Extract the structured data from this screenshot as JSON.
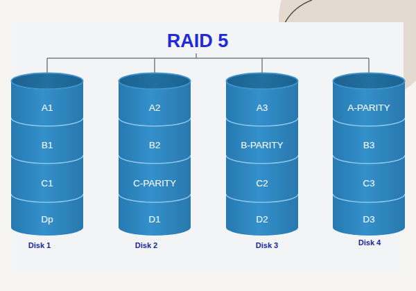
{
  "diagram": {
    "title": "RAID 5",
    "nodes": [
      {
        "text": [
          "Disk 1"
        ]
      },
      {
        "text": [
          "A1"
        ],
        "in": 0
      },
      {
        "text": [
          "B1"
        ],
        "in": 0
      },
      {
        "text": [
          "C1"
        ],
        "in": 0
      },
      {
        "text": [
          "Dp"
        ],
        "in": 0
      },
      {
        "text": [
          "Disk 2"
        ]
      },
      {
        "text": [
          "A2"
        ],
        "in": 5
      },
      {
        "text": [
          "B2"
        ],
        "in": 5
      },
      {
        "text": [
          "C-PARITY"
        ],
        "in": 5
      },
      {
        "text": [
          "D1"
        ],
        "in": 5
      },
      {
        "text": [
          "Disk 3"
        ]
      },
      {
        "text": [
          "A3"
        ],
        "in": 10
      },
      {
        "text": [
          "B-PARITY"
        ],
        "in": 10
      },
      {
        "text": [
          "C2"
        ],
        "in": 10
      },
      {
        "text": [
          "D2"
        ],
        "in": 10
      },
      {
        "text": [
          "Disk 4"
        ]
      },
      {
        "text": [
          "A-PARITY"
        ],
        "in": 15
      },
      {
        "text": [
          "B3"
        ],
        "in": 15
      },
      {
        "text": [
          "C3"
        ],
        "in": 15
      },
      {
        "text": [
          "D3"
        ],
        "in": 15
      }
    ]
  }
}
